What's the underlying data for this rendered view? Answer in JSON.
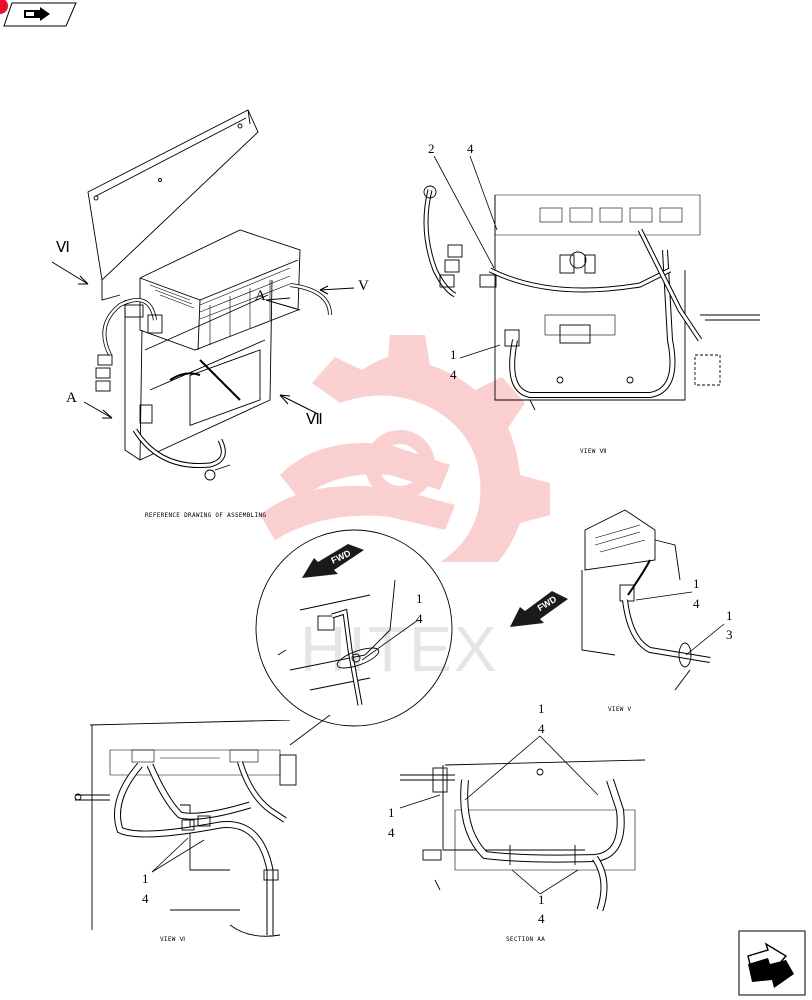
{
  "captions": {
    "reference": "REFERENCE DRAWING OF ASSEMBLING",
    "view_vii_top": "VIEW Ⅶ",
    "view_v": "VIEW V",
    "view_vi": "VIEW Ⅵ",
    "section_aa": "SECTION AA"
  },
  "view_arrows": {
    "vi": "Ⅵ",
    "v": "V",
    "a_left": "A",
    "a_top": "A",
    "vii": "Ⅶ"
  },
  "callouts": {
    "top_2": "2",
    "top_4": "4",
    "top_side_1": "1",
    "top_side_4": "4",
    "detail_1": "1",
    "detail_4": "4",
    "v_1": "1",
    "v_4": "4",
    "v3_1": "1",
    "v3_3": "3",
    "vi_1": "1",
    "vi_4": "4",
    "aa_top_1": "1",
    "aa_top_4": "4",
    "aa_left_1": "1",
    "aa_left_4": "4",
    "aa_bot_1": "1",
    "aa_bot_4": "4"
  },
  "fwd": {
    "detail": "FWD",
    "view_v": "FWD"
  },
  "watermark": "HITEX",
  "colors": {
    "ink": "#000000",
    "watermark_red": "#f26d6d",
    "watermark_gray": "#c8c8c8",
    "fwd_fill": "#1a1a1a",
    "nav_tab": "#e8102a"
  },
  "icons": {
    "top_left": "book-arrow-icon",
    "bottom_right": "next-page-arrow-icon"
  }
}
